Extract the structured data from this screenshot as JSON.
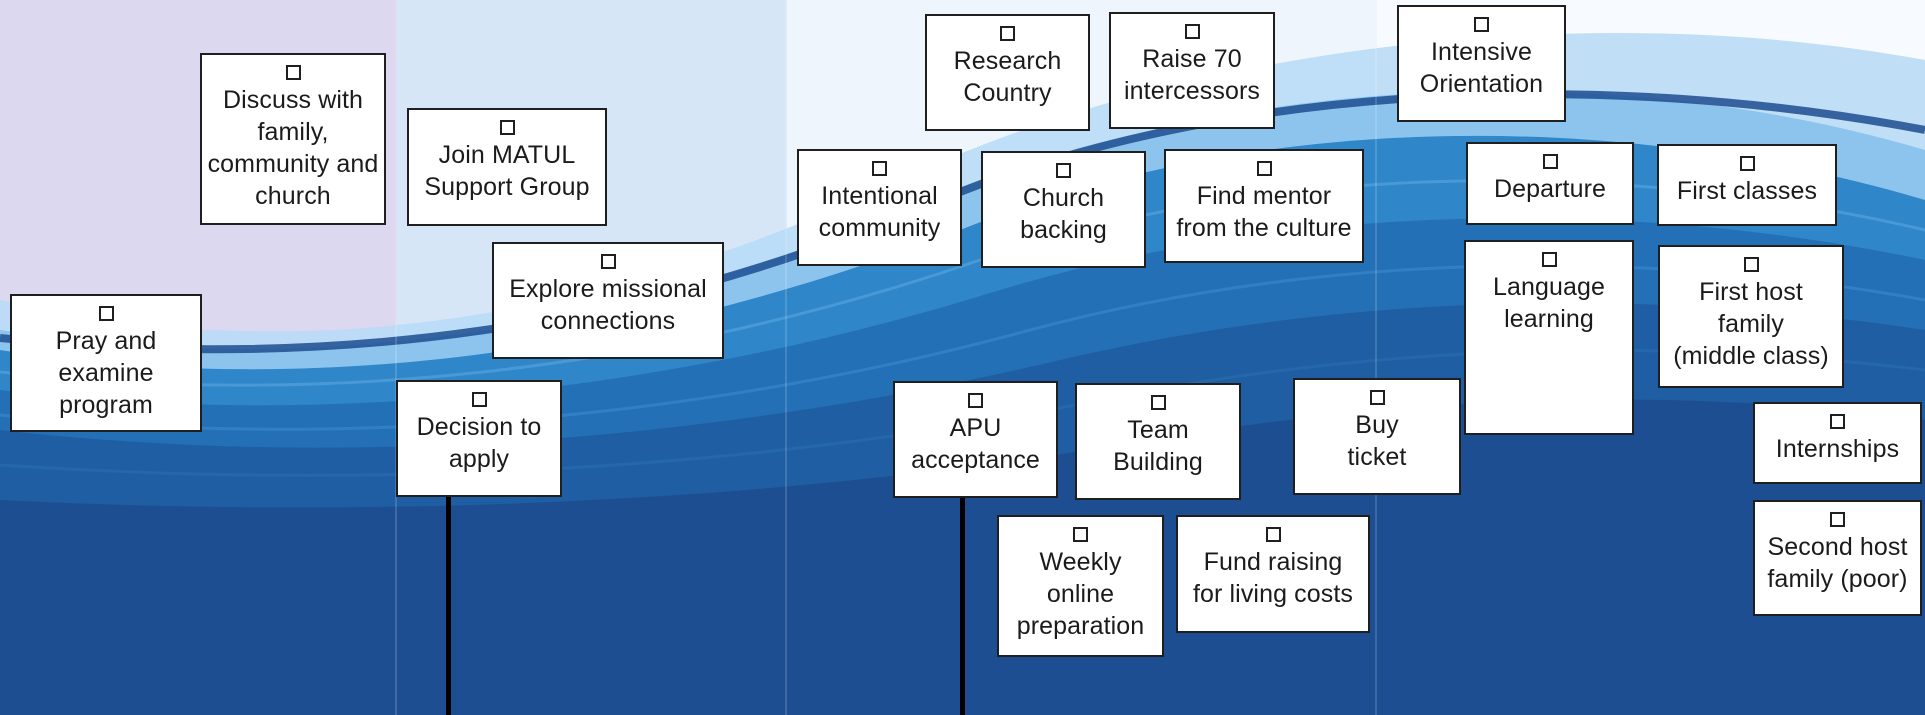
{
  "colors": {
    "phase_1": "#dcd8ef",
    "phase_2": "#d6e6f7",
    "phase_3": "#eef5fd",
    "phase_4": "#f7fbff",
    "wave_deep": "#1d4e91",
    "wave_mid": "#2470b6",
    "wave_light": "#8cc4ee",
    "card_border": "#1f1f1f",
    "connector": "#000000"
  },
  "checkbox_icon": "empty-checkbox-icon",
  "steps": [
    {
      "id": "pray",
      "lines": [
        "Pray and",
        "examine",
        "program"
      ],
      "checked": false
    },
    {
      "id": "discuss",
      "lines": [
        "Discuss with",
        "family,",
        "community and",
        "church"
      ],
      "checked": false
    },
    {
      "id": "join-matul",
      "lines": [
        "Join MATUL",
        "Support Group"
      ],
      "checked": false
    },
    {
      "id": "explore",
      "lines": [
        "Explore missional",
        "connections"
      ],
      "checked": false
    },
    {
      "id": "decision",
      "lines": [
        "Decision to",
        "apply"
      ],
      "checked": false
    },
    {
      "id": "research",
      "lines": [
        "Research",
        "Country"
      ],
      "checked": false
    },
    {
      "id": "raise70",
      "lines": [
        "Raise 70",
        "intercessors"
      ],
      "checked": false
    },
    {
      "id": "intentional",
      "lines": [
        "Intentional",
        "community"
      ],
      "checked": false
    },
    {
      "id": "church-backing",
      "lines": [
        "Church",
        "backing"
      ],
      "checked": false
    },
    {
      "id": "mentor",
      "lines": [
        "Find mentor",
        "from the culture"
      ],
      "checked": false
    },
    {
      "id": "apu",
      "lines": [
        "APU",
        "acceptance"
      ],
      "checked": false
    },
    {
      "id": "team",
      "lines": [
        "Team",
        "Building"
      ],
      "checked": false
    },
    {
      "id": "weekly",
      "lines": [
        "Weekly",
        "online",
        "preparation"
      ],
      "checked": false
    },
    {
      "id": "fund",
      "lines": [
        "Fund raising",
        "for living costs"
      ],
      "checked": false
    },
    {
      "id": "ticket",
      "lines": [
        "Buy",
        "ticket"
      ],
      "checked": false
    },
    {
      "id": "orientation",
      "lines": [
        "Intensive",
        "Orientation"
      ],
      "checked": false
    },
    {
      "id": "departure",
      "lines": [
        "Departure"
      ],
      "checked": false
    },
    {
      "id": "language",
      "lines": [
        "Language",
        "learning"
      ],
      "checked": false
    },
    {
      "id": "first-classes",
      "lines": [
        "First classes"
      ],
      "checked": false
    },
    {
      "id": "host1",
      "lines": [
        "First host",
        "family",
        "(middle class)"
      ],
      "checked": false
    },
    {
      "id": "internships",
      "lines": [
        "Internships"
      ],
      "checked": false
    },
    {
      "id": "host2",
      "lines": [
        "Second host",
        "family (poor)"
      ],
      "checked": false
    }
  ]
}
